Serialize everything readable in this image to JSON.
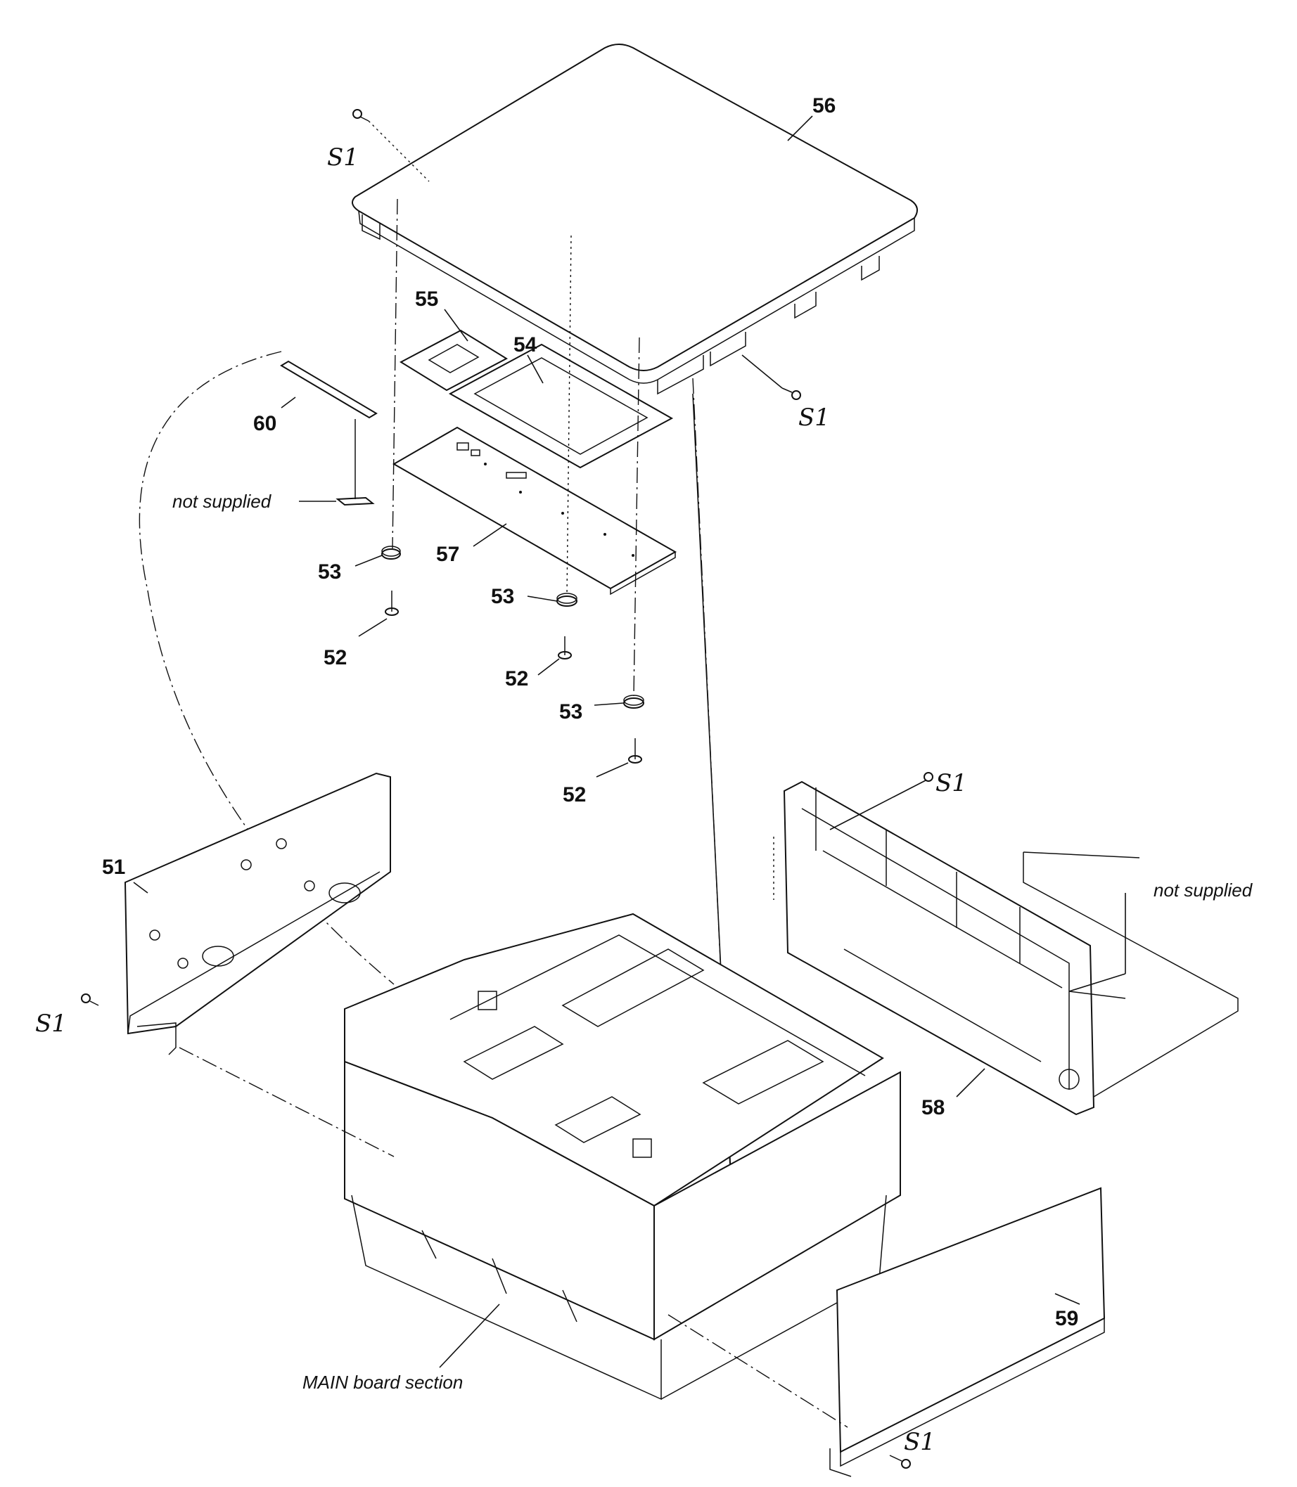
{
  "labels": {
    "p51": "51",
    "p52a": "52",
    "p52b": "52",
    "p52c": "52",
    "p53a": "53",
    "p53b": "53",
    "p53c": "53",
    "p54": "54",
    "p55": "55",
    "p56": "56",
    "p57": "57",
    "p58": "58",
    "p59": "59",
    "p60": "60"
  },
  "screw_labels": {
    "s1_top": "S1",
    "s1_right": "S1",
    "s1_left": "S1",
    "s1_rightpanel": "S1",
    "s1_bottom": "S1"
  },
  "notes": {
    "not_supplied_left": "not supplied",
    "not_supplied_right": "not supplied",
    "main_board": "MAIN board section"
  }
}
